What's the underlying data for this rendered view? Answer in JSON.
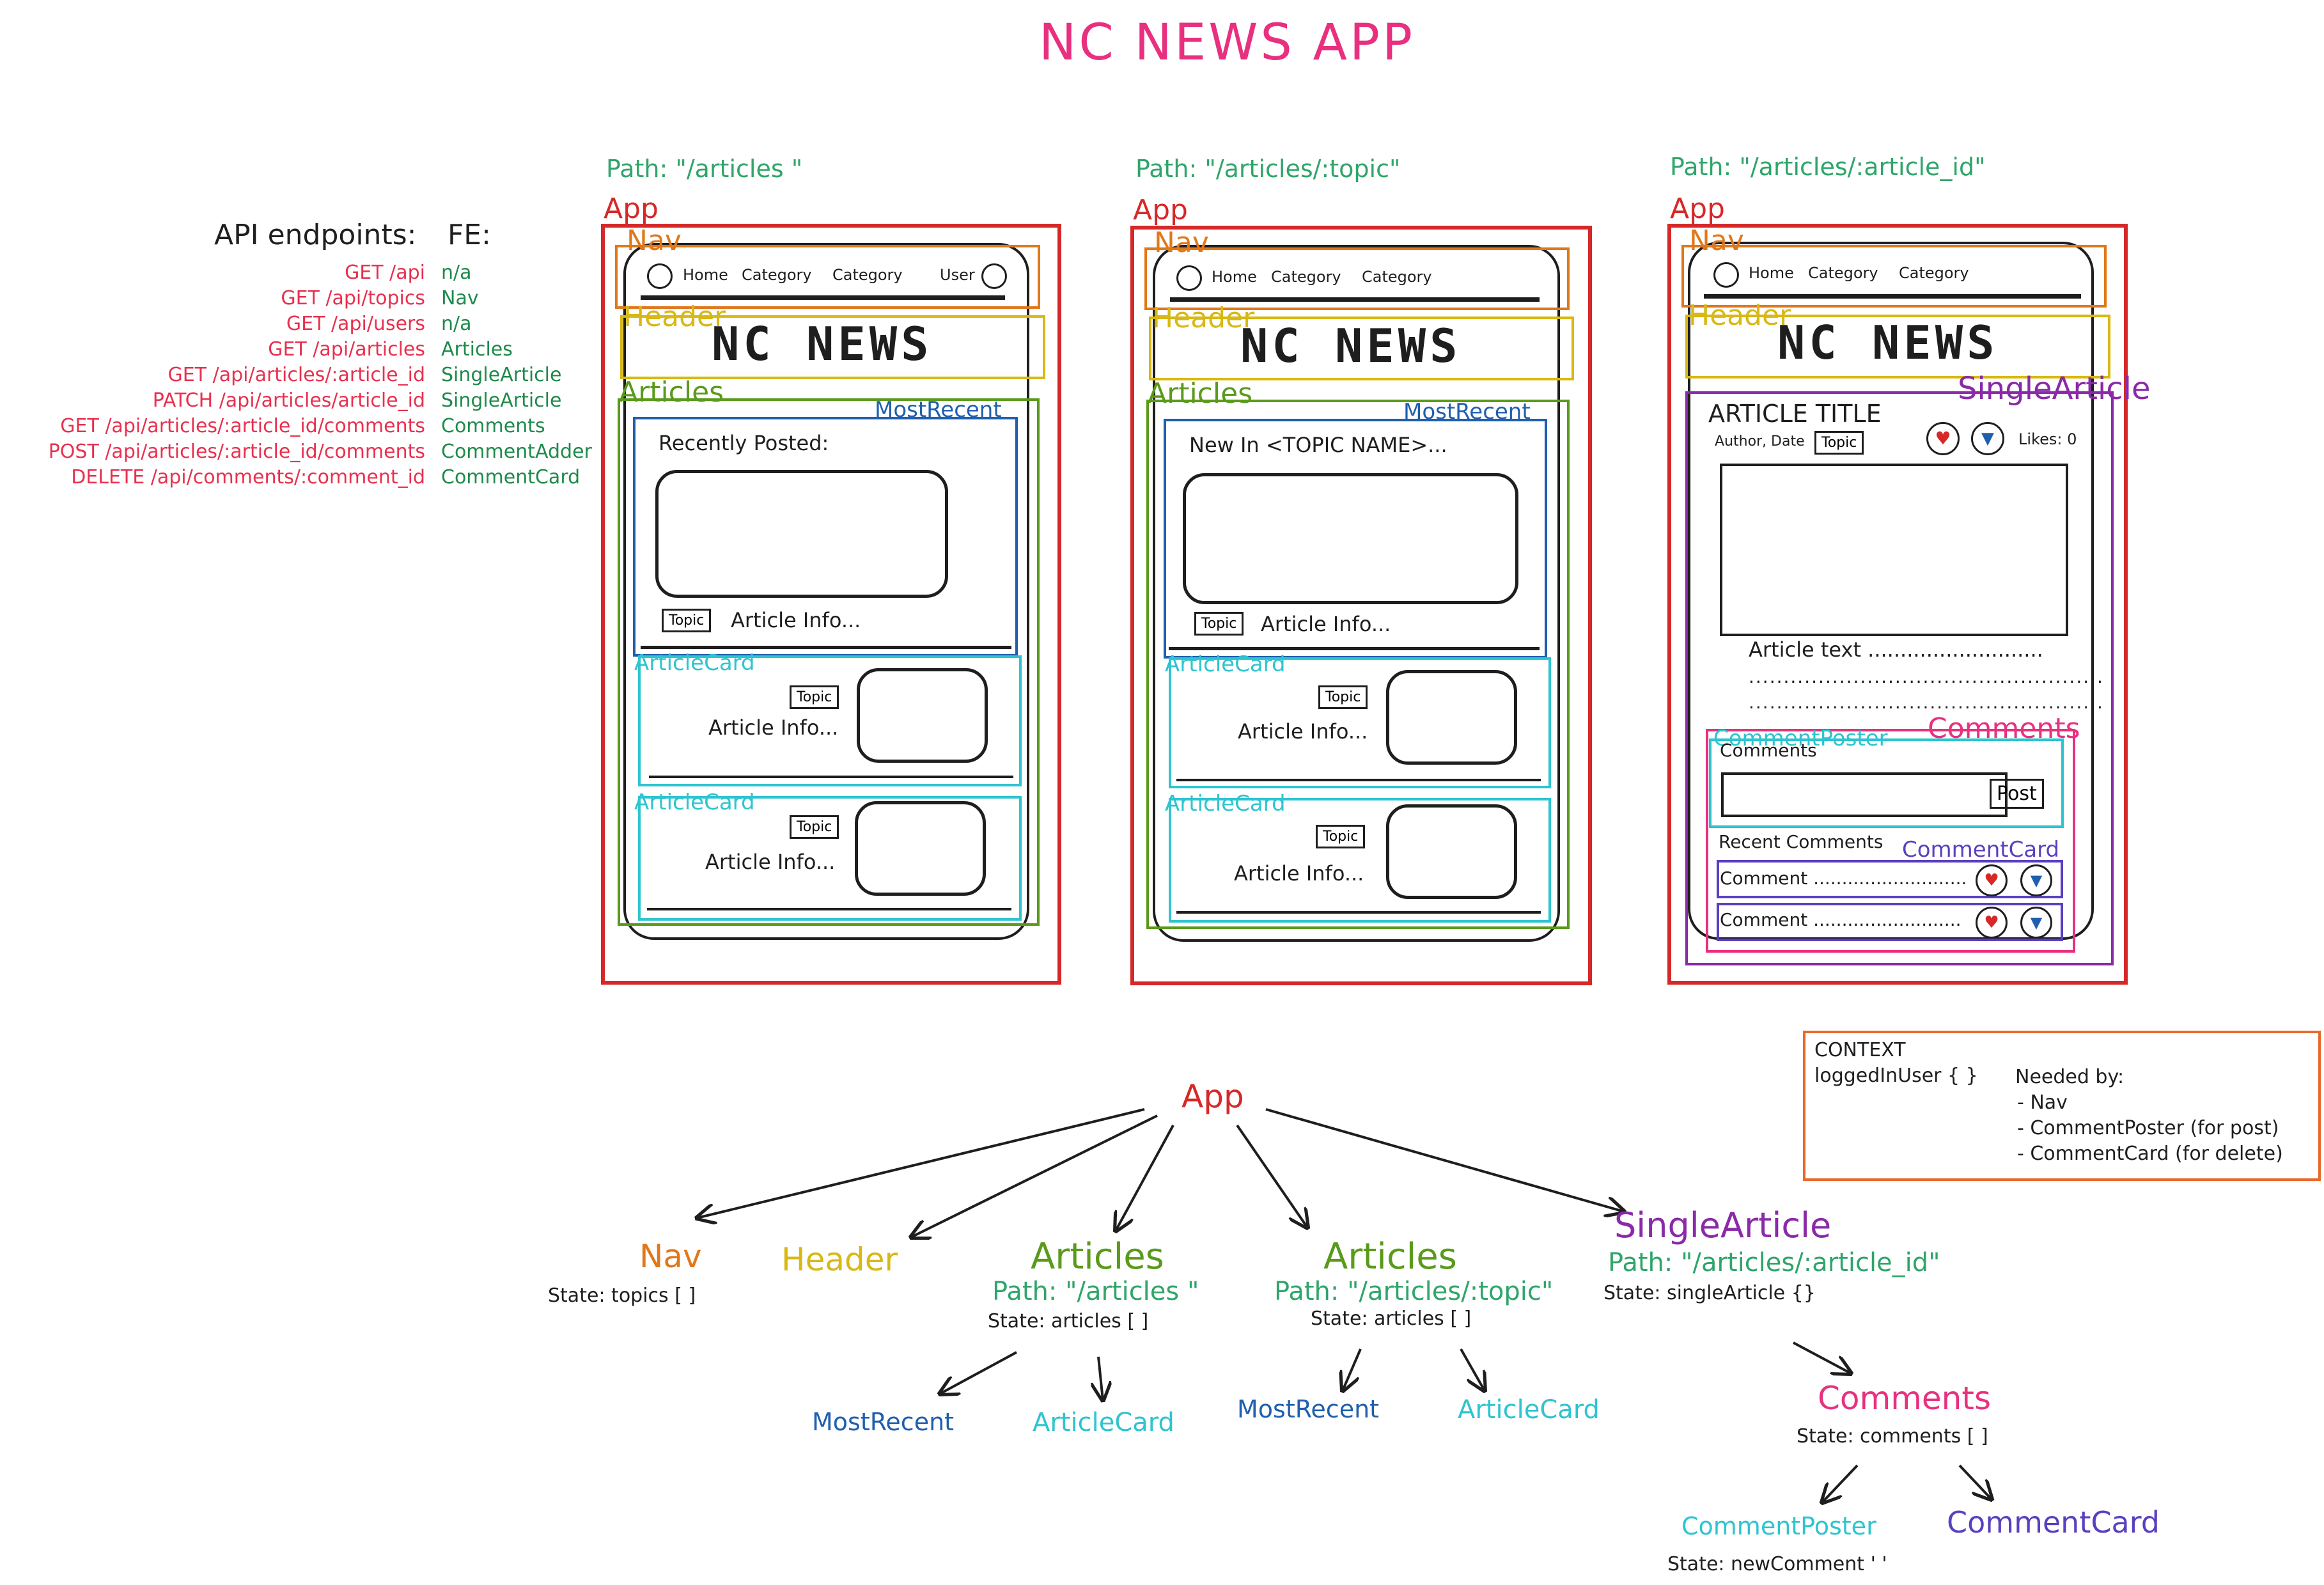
{
  "title": "NC NEWS APP",
  "api_heading": "API endpoints:",
  "fe_heading": "FE:",
  "api_rows": [
    {
      "endpoint": "GET /api",
      "fe": "n/a"
    },
    {
      "endpoint": "GET /api/topics",
      "fe": "Nav"
    },
    {
      "endpoint": "GET /api/users",
      "fe": "n/a"
    },
    {
      "endpoint": "GET /api/articles",
      "fe": "Articles"
    },
    {
      "endpoint": "GET /api/articles/:article_id",
      "fe": "SingleArticle"
    },
    {
      "endpoint": "PATCH /api/articles/article_id",
      "fe": "SingleArticle"
    },
    {
      "endpoint": "GET /api/articles/:article_id/comments",
      "fe": "Comments"
    },
    {
      "endpoint": "POST /api/articles/:article_id/comments",
      "fe": "CommentAdder"
    },
    {
      "endpoint": "DELETE /api/comments/:comment_id",
      "fe": "CommentCard"
    }
  ],
  "labels": {
    "app": "App",
    "nav": "Nav",
    "header": "Header",
    "articles": "Articles",
    "most_recent": "MostRecent",
    "article_card": "ArticleCard",
    "single_article": "SingleArticle",
    "comment_poster": "CommentPoster",
    "comments": "Comments",
    "comment_card": "CommentCard"
  },
  "wire": {
    "home": "Home",
    "category": "Category",
    "user": "User",
    "header_text": "NC NEWS",
    "topic": "Topic",
    "article_info": "Article Info...",
    "recently_posted": "Recently Posted:",
    "new_in": "New In <TOPIC NAME>...",
    "article_title": "ARTICLE TITLE",
    "author_date": "Author, Date",
    "likes": "Likes: 0",
    "article_text": "Article text ...........................",
    "dots_line": "...................................................",
    "comments_heading": "Comments",
    "post": "Post",
    "recent_comments": "Recent Comments",
    "comment_row": "Comment ...........................",
    "comment_row2": "Comment .........................."
  },
  "paths": {
    "articles": "Path: \"/articles \"",
    "topic": "Path: \"/articles/:topic\"",
    "article_id": "Path: \"/articles/:article_id\""
  },
  "context": {
    "heading": "CONTEXT",
    "value": "loggedInUser { }",
    "needed_by": "Needed by:",
    "items": [
      "- Nav",
      "- CommentPoster (for post)",
      "- CommentCard (for delete)"
    ]
  },
  "tree": {
    "app": "App",
    "nav": "Nav",
    "nav_state": "State: topics [ ]",
    "header": "Header",
    "articles": "Articles",
    "articles_path_1": "Path: \"/articles \"",
    "articles_state": "State: articles [ ]",
    "articles_path_2": "Path: \"/articles/:topic\"",
    "single_article": "SingleArticle",
    "single_article_path": "Path: \"/articles/:article_id\"",
    "single_article_state": "State: singleArticle {}",
    "most_recent": "MostRecent",
    "article_card": "ArticleCard",
    "comments": "Comments",
    "comments_state": "State: comments [ ]",
    "comment_poster": "CommentPoster",
    "comment_poster_state": "State: newComment ' '",
    "comment_card": "CommentCard"
  },
  "colors": {
    "title": "#e8307f",
    "app": "#d62828",
    "nav": "#e0781a",
    "header": "#d8b814",
    "articles": "#5a9a1a",
    "most_recent": "#1f5fae",
    "article_card": "#2ec4d0",
    "single_article": "#8a2aa8",
    "comments": "#e8307f",
    "comment_poster": "#2ec4d0",
    "comment_card": "#5a3fc0",
    "path": "#2fa56a",
    "context_border": "#e86a2a"
  }
}
